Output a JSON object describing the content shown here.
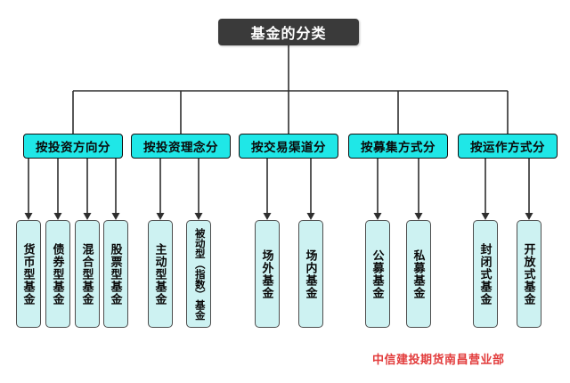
{
  "diagram": {
    "root": "基金的分类",
    "branches": [
      {
        "category": "按投资方向分",
        "children": [
          "货币型基金",
          "债券型基金",
          "混合型基金",
          "股票型基金"
        ]
      },
      {
        "category": "按投资理念分",
        "children": [
          "主动型基金",
          "被动型（指数）基金"
        ]
      },
      {
        "category": "按交易渠道分",
        "children": [
          "场外基金",
          "场内基金"
        ]
      },
      {
        "category": "按募集方式分",
        "children": [
          "公募基金",
          "私募基金"
        ]
      },
      {
        "category": "按运作方式分",
        "children": [
          "封闭式基金",
          "开放式基金"
        ]
      }
    ],
    "footer": "中信建投期货南昌营业部"
  },
  "colors": {
    "root_fill": "#3a3a3a",
    "root_text": "#ffffff",
    "category_fill": "#1fe7e7",
    "leaf_fill": "#cdf2f2",
    "line_color": "#2e2e2e",
    "footer_text": "#e23b3b"
  }
}
